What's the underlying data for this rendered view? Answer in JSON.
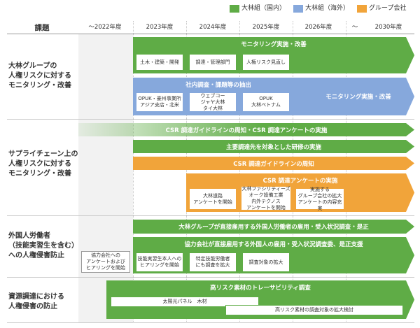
{
  "legend": [
    {
      "label": "大林組（国内）",
      "color": "#5fac46"
    },
    {
      "label": "大林組（海外）",
      "color": "#86a8dc"
    },
    {
      "label": "グループ会社",
      "color": "#f1a43a"
    }
  ],
  "header": {
    "title": "課題",
    "years": [
      "〜2022年度",
      "2023年度",
      "2024年度",
      "2025年度",
      "2026年度",
      "〜",
      "2030年度"
    ]
  },
  "sections": [
    {
      "label": "大林グループの\n人権リスクに対する\nモニタリング・改善",
      "bars": [
        {
          "text": "モニタリング実施・改善",
          "color": "green"
        },
        {
          "text": "社内調査・課題等の抽出",
          "color": "blue"
        },
        {
          "text": "モニタリング実施・改善",
          "color": "blue"
        }
      ],
      "boxes": [
        {
          "text": "土木・建築・開発"
        },
        {
          "text": "調達・管理部門"
        },
        {
          "text": "人権リスク見直し"
        },
        {
          "text": "OPUK・豪州事業所\nアジア支店・北米"
        },
        {
          "text": "ウェブコー\nジャヤ大林\nタイ大林"
        },
        {
          "text": "OPUK\n大林ベトナム"
        }
      ]
    },
    {
      "label": "サプライチェーン上の\n人権リスクに対する\nモニタリング・改善",
      "bars": [
        {
          "text": "CSR 調達ガイドラインの周知・CSR 調達アンケートの実施",
          "color": "green"
        },
        {
          "text": "主要調達先を対象とした研修の実施",
          "color": "green"
        },
        {
          "text": "CSR 調達ガイドラインの周知",
          "color": "orange"
        },
        {
          "text": "CSR 調達アンケートの実施",
          "color": "orange"
        }
      ],
      "boxes": [
        {
          "text": "大林道路\nアンケートを開始"
        },
        {
          "text": "大林ファシリティーズ\nオーク設備工業\n内外テクノス\nアンケートを開始"
        },
        {
          "text": "実施する\nグループ会社の拡大\nアンケートの内容充実"
        }
      ]
    },
    {
      "label": "外国人労働者\n（技能実習生を含む）\nへの人権侵害防止",
      "bars": [
        {
          "text": "大林グループが直接雇用する外国人労働者の雇用・受入状況調査・是正",
          "color": "green"
        },
        {
          "text": "協力会社が直接雇用する外国人の雇用・受入状況調査委、是正支援",
          "color": "green"
        }
      ],
      "boxes": [
        {
          "text": "協力会社への\nアンケートおよび\nヒアリングを開始"
        },
        {
          "text": "技能実習生本人への\nヒアリングを開始"
        },
        {
          "text": "特定技能労働者\nにも調査を拡大"
        },
        {
          "text": "調査対象の拡大"
        }
      ]
    },
    {
      "label": "資源調達における\n人権侵害の防止",
      "bars": [
        {
          "text": "高リスク素材のトレーサビリティ調査",
          "color": "green"
        }
      ],
      "boxes": [
        {
          "text": "太陽光パネル　木材"
        },
        {
          "text": "高リスク素材の調査対象の拡大検討"
        }
      ]
    }
  ]
}
